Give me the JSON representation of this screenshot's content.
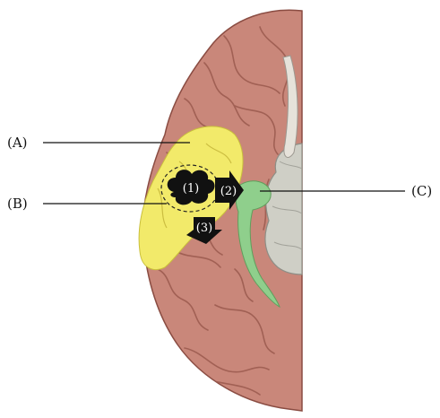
{
  "labels": {
    "a": "(A)",
    "b": "(B)",
    "c": "(C)"
  },
  "markers": {
    "m1": "(1)",
    "m2": "(2)",
    "m3": "(3)"
  },
  "colors": {
    "brain": "#c9877a",
    "brain_dark": "#9a5a4e",
    "yellow": "#f2ea6a",
    "green": "#8fcf8c",
    "stem": "#cfcfc6",
    "marker": "#111111"
  }
}
